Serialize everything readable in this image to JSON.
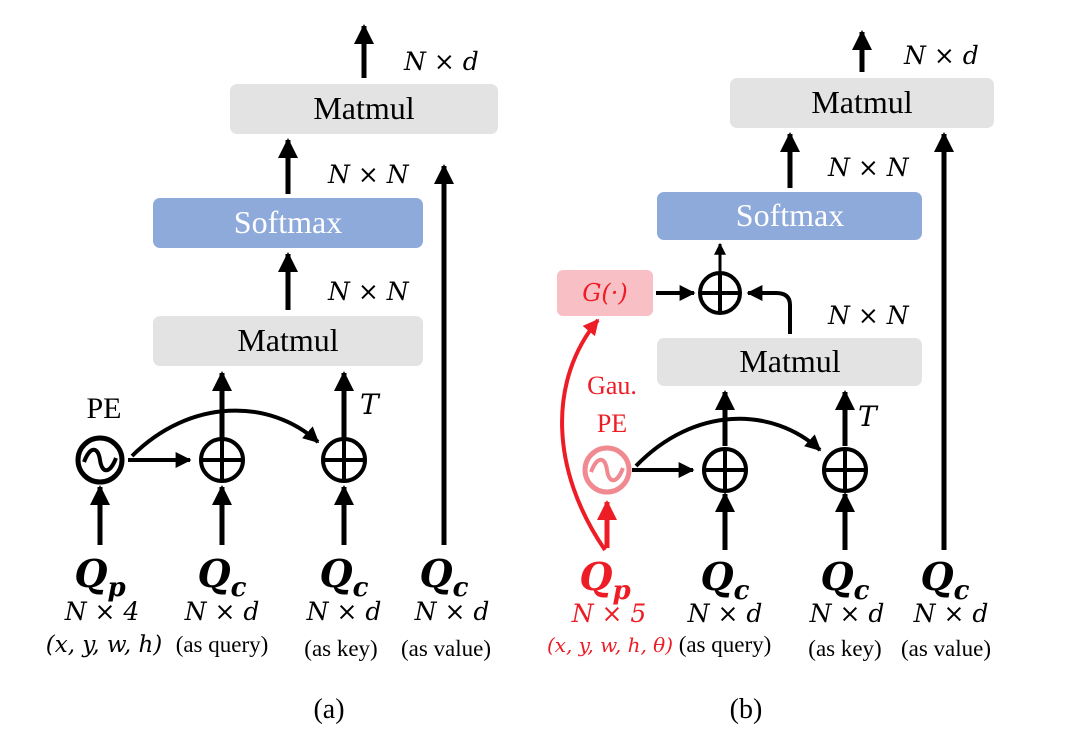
{
  "colors": {
    "gray_box": "#e3e3e3",
    "blue_box": "#8eaadb",
    "pink_box": "#f8c0c4",
    "red": "#ee1c25",
    "black": "#000000"
  },
  "panel_a": {
    "caption": "(a)",
    "top_matmul_label": "Matmul",
    "softmax_label": "Softmax",
    "bottom_matmul_label": "Matmul",
    "out_dim": "N × d",
    "softmax_in_dim": "N × N",
    "matmul_out_dim": "N × N",
    "pe_label": "PE",
    "transpose_label": "T",
    "inputs": [
      {
        "symbol": "Q",
        "subscript": "p",
        "dim": "N × 4",
        "note": "(x, y, w, h)"
      },
      {
        "symbol": "Q",
        "subscript": "c",
        "dim": "N × d",
        "note": "(as query)"
      },
      {
        "symbol": "Q",
        "subscript": "c",
        "dim": "N × d",
        "note": "(as key)"
      },
      {
        "symbol": "Q",
        "subscript": "c",
        "dim": "N × d",
        "note": "(as value)"
      }
    ]
  },
  "panel_b": {
    "caption": "(b)",
    "top_matmul_label": "Matmul",
    "softmax_label": "Softmax",
    "bottom_matmul_label": "Matmul",
    "out_dim": "N × d",
    "softmax_in_dim": "N × N",
    "matmul_out_dim": "N × N",
    "g_label": "G(·)",
    "gau_label": "Gau.",
    "pe_label": "PE",
    "transpose_label": "T",
    "inputs": [
      {
        "symbol": "Q",
        "subscript": "p",
        "dim": "N × 5",
        "note": "(x, y, w, h, θ)"
      },
      {
        "symbol": "Q",
        "subscript": "c",
        "dim": "N × d",
        "note": "(as query)"
      },
      {
        "symbol": "Q",
        "subscript": "c",
        "dim": "N × d",
        "note": "(as key)"
      },
      {
        "symbol": "Q",
        "subscript": "c",
        "dim": "N × d",
        "note": "(as value)"
      }
    ]
  }
}
